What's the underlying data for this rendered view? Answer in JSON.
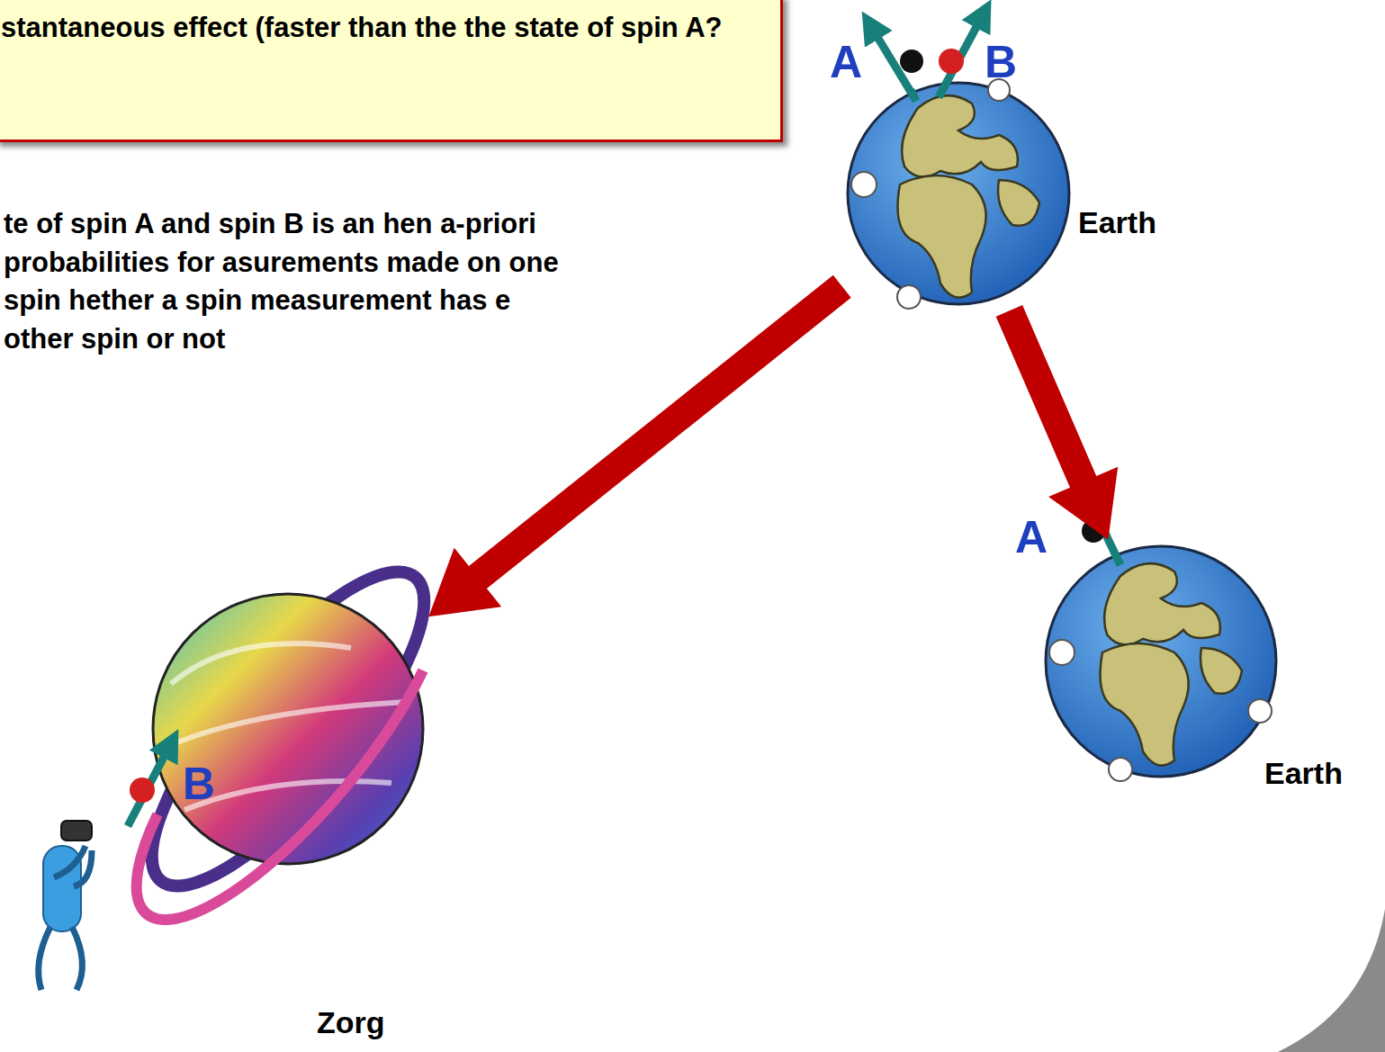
{
  "diagram": {
    "nodes": [
      {
        "text": [
          "stantaneous effect (faster than the the state of spin A?"
        ]
      },
      {
        "text": [
          "Earth"
        ]
      },
      {
        "text": [
          "Earth"
        ]
      },
      {
        "text": [
          "Zorg"
        ]
      }
    ],
    "edges": [
      {
        "from": 1,
        "to": 3,
        "arrow": "to"
      },
      {
        "from": 1,
        "to": 2,
        "arrow": "to"
      }
    ],
    "labels": [
      "A",
      "B",
      "te of spin A and spin B is an hen a-priori probabilities for asurements made on one spin hether a spin measurement has e other spin or not",
      "A",
      "B"
    ]
  }
}
